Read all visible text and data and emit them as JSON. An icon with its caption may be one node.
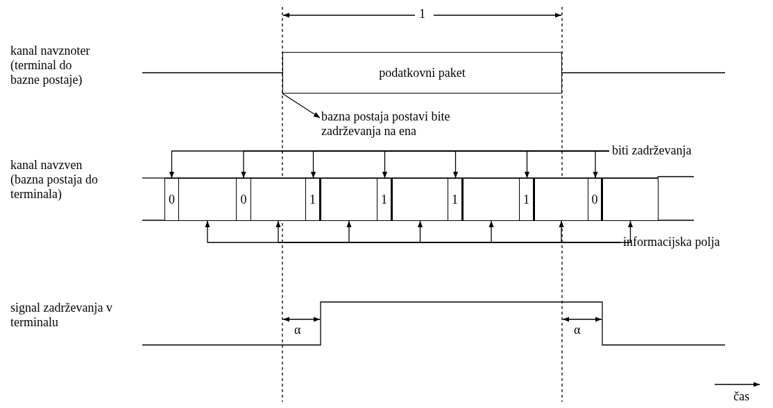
{
  "diagram": {
    "nodes": [
      {
        "text": [
          "podatkovni paket"
        ]
      },
      {
        "text": [
          "bazna postaja postavi bite zadrževanja na ena"
        ]
      },
      {
        "text": [
          "biti zadrževanja"
        ]
      },
      {
        "text": [
          "0"
        ]
      },
      {
        "text": [
          "0"
        ]
      },
      {
        "text": [
          "1"
        ]
      },
      {
        "text": [
          "1"
        ]
      },
      {
        "text": [
          "1"
        ]
      },
      {
        "text": [
          "1"
        ]
      },
      {
        "text": [
          "0"
        ]
      },
      {
        "text": [
          "informacijska polja"
        ]
      },
      {
        "text": [],
        "shape": "box"
      },
      {
        "text": [],
        "shape": "box"
      },
      {
        "text": [],
        "shape": "box"
      },
      {
        "text": [],
        "shape": "box"
      },
      {
        "text": [],
        "shape": "box"
      },
      {
        "text": [],
        "shape": "box"
      },
      {
        "text": [],
        "shape": "box"
      }
    ],
    "edges": [
      {
        "from": 0,
        "to": 1,
        "arrow": "to"
      },
      {
        "from": 2,
        "to": 3,
        "arrow": "to"
      },
      {
        "from": 2,
        "to": 4,
        "arrow": "to"
      },
      {
        "from": 2,
        "to": 5,
        "arrow": "to"
      },
      {
        "from": 2,
        "to": 6,
        "arrow": "to"
      },
      {
        "from": 2,
        "to": 7,
        "arrow": "to"
      },
      {
        "from": 2,
        "to": 8,
        "arrow": "to"
      },
      {
        "from": 2,
        "to": 9,
        "arrow": "to"
      },
      {
        "from": 10,
        "to": 11,
        "arrow": "to"
      },
      {
        "from": 10,
        "to": 12,
        "arrow": "to"
      },
      {
        "from": 10,
        "to": 13,
        "arrow": "to"
      },
      {
        "from": 10,
        "to": 14,
        "arrow": "to"
      },
      {
        "from": 10,
        "to": 15,
        "arrow": "to"
      },
      {
        "from": 10,
        "to": 16,
        "arrow": "to"
      },
      {
        "from": 10,
        "to": 17,
        "arrow": "to"
      }
    ],
    "labels": [
      "1",
      "kanal navznoter (terminal do bazne postaje)",
      "kanal navzven (bazna postaja do terminala)",
      "signal zadrževanja v terminalu",
      "α",
      "α",
      "čas"
    ]
  }
}
